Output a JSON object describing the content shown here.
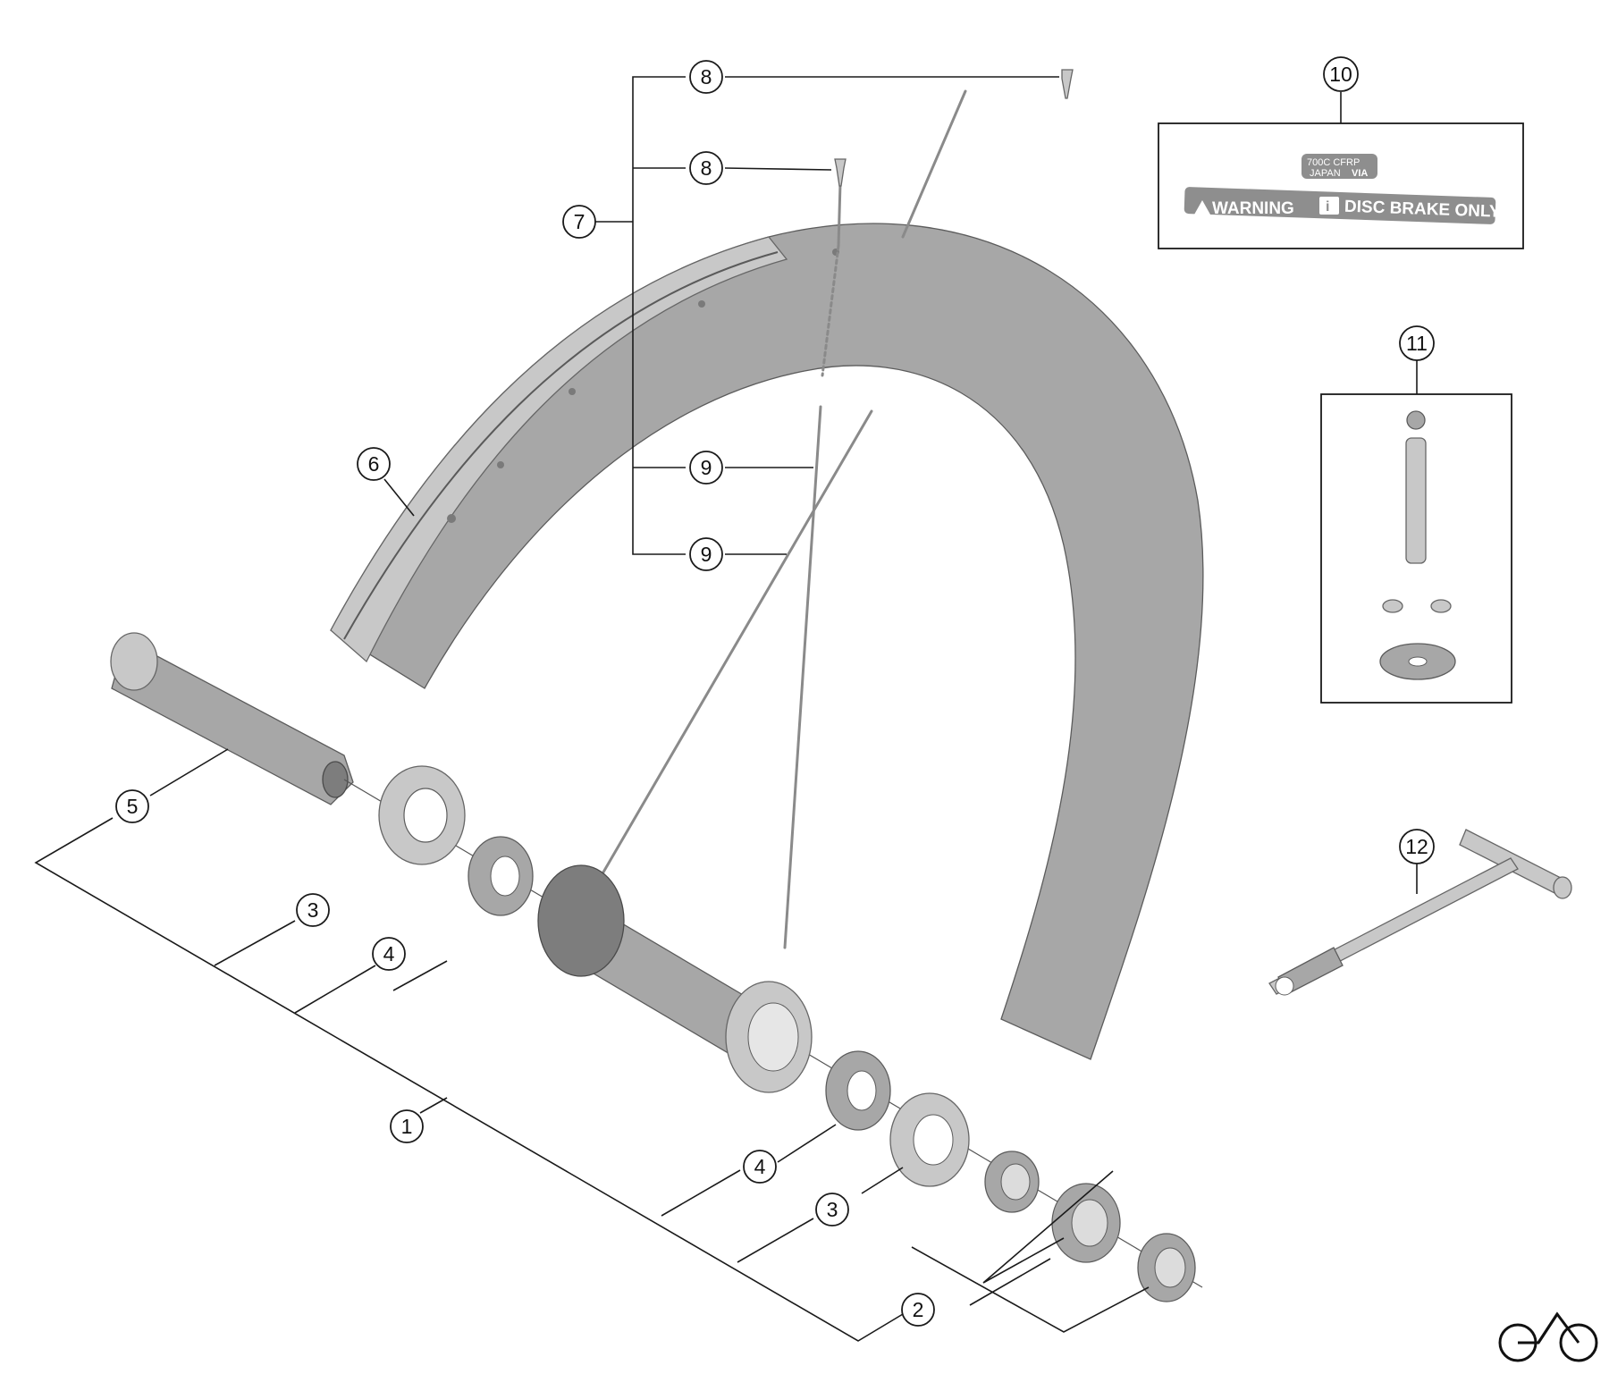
{
  "callouts": [
    {
      "id": "1",
      "label": "1"
    },
    {
      "id": "2",
      "label": "2"
    },
    {
      "id": "3a",
      "label": "3"
    },
    {
      "id": "3b",
      "label": "3"
    },
    {
      "id": "4a",
      "label": "4"
    },
    {
      "id": "4b",
      "label": "4"
    },
    {
      "id": "5",
      "label": "5"
    },
    {
      "id": "6",
      "label": "6"
    },
    {
      "id": "7",
      "label": "7"
    },
    {
      "id": "8a",
      "label": "8"
    },
    {
      "id": "8b",
      "label": "8"
    },
    {
      "id": "9a",
      "label": "9"
    },
    {
      "id": "9b",
      "label": "9"
    },
    {
      "id": "10",
      "label": "10"
    },
    {
      "id": "11",
      "label": "11"
    },
    {
      "id": "12",
      "label": "12"
    }
  ],
  "sticker": {
    "line1": "700C CFRP",
    "line2_a": "JAPAN",
    "line2_b": "VIA",
    "warning": "WARNING",
    "info": "i",
    "message": "DISC BRAKE ONLY!"
  },
  "icons": {
    "brand": "bicycle-icon"
  }
}
